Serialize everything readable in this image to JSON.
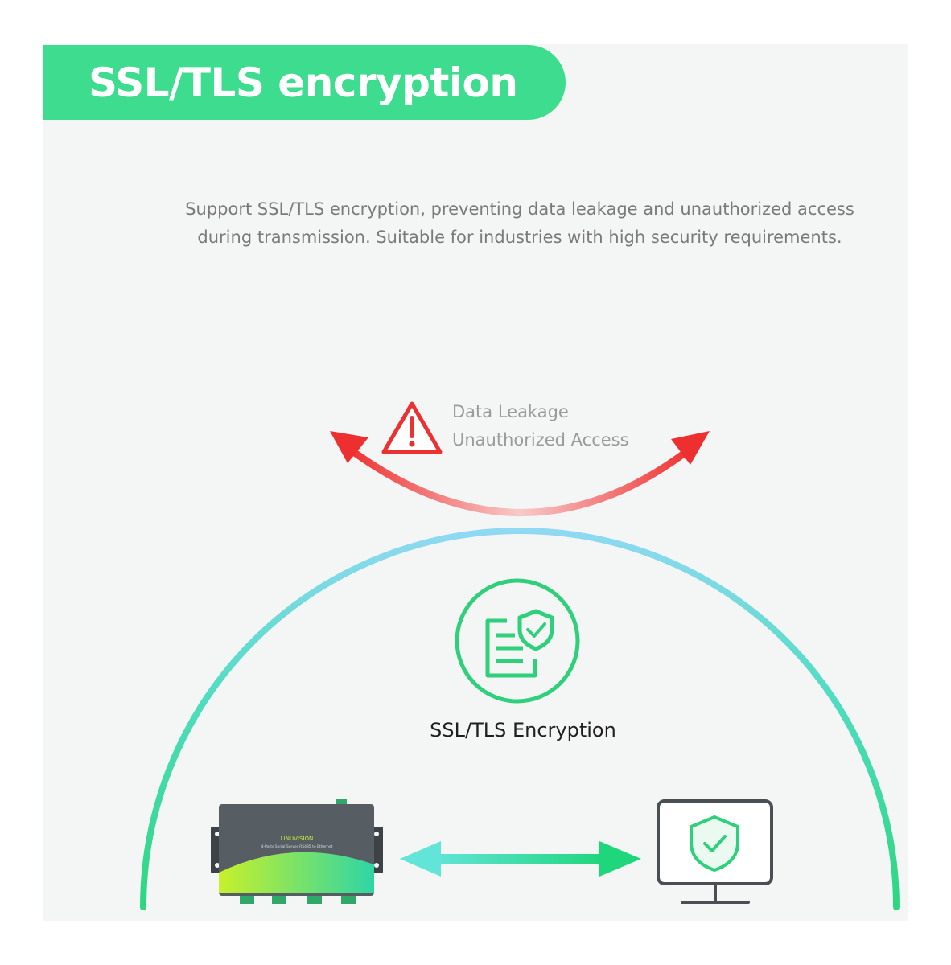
{
  "title": "SSL/TLS encryption",
  "description": {
    "line1": "Support SSL/TLS encryption, preventing data leakage and unauthorized access",
    "line2": "during transmission. Suitable for industries with high security requirements."
  },
  "threats": [
    "Data Leakage",
    "Unauthorized Access"
  ],
  "center_label": "SSL/TLS Encryption",
  "device": {
    "brand": "LINUVISION",
    "subtitle": "4-Ports Serial Server RS485 to Ethernet"
  },
  "colors": {
    "accent": "#3ddc8e",
    "threat_red": "#ef3b3b",
    "shield_green": "#2fcf7c",
    "dome_cyan": "#7fd8ee"
  },
  "icons": {
    "warning": "warning-triangle-icon",
    "document_shield": "document-shield-icon",
    "monitor": "monitor-shield-icon"
  }
}
